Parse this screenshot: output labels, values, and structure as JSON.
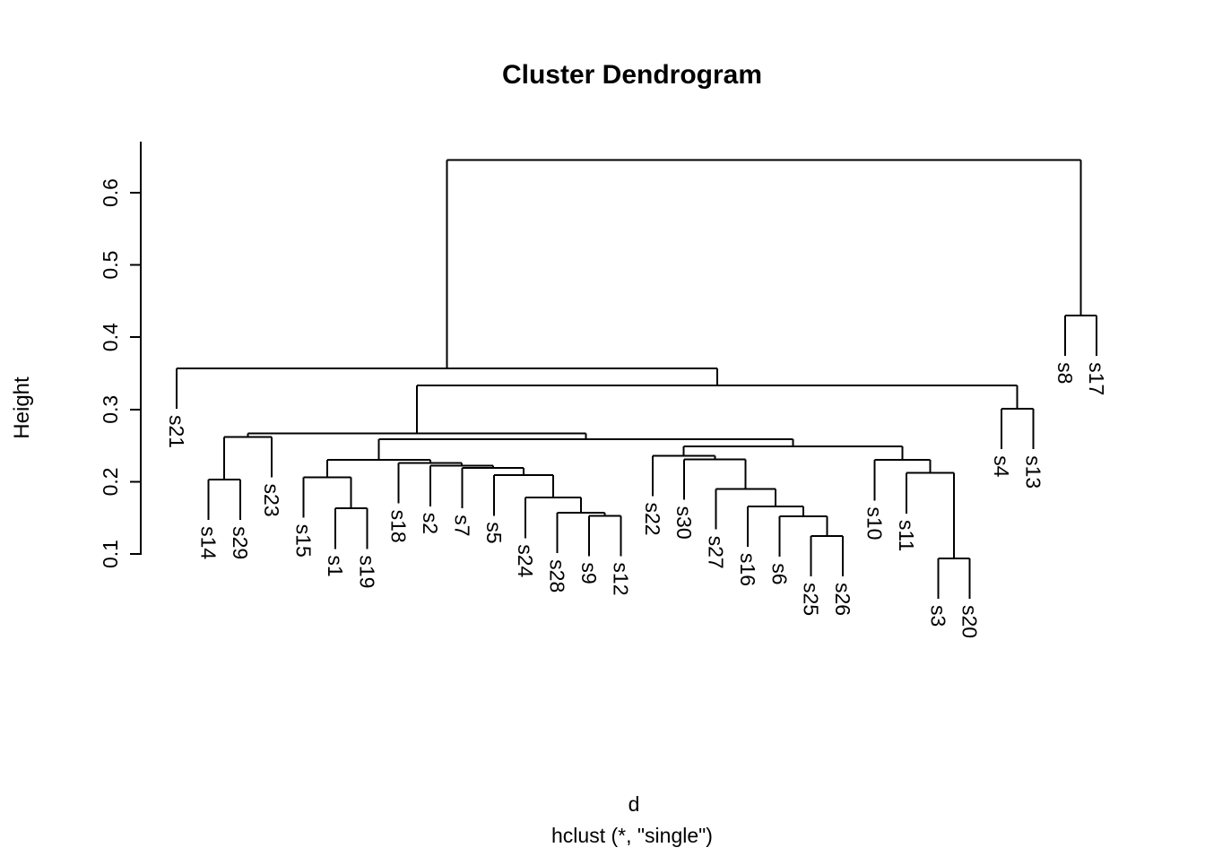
{
  "title": "Cluster Dendrogram",
  "y_axis": {
    "label": "Height",
    "ticks": [
      "0.1",
      "0.2",
      "0.3",
      "0.4",
      "0.5",
      "0.6"
    ]
  },
  "x_axis": {
    "label_line1": "d",
    "label_line2": "hclust (*, \"single\")"
  },
  "colors": {
    "line": "#000000",
    "text": "#000000",
    "background": "#ffffff"
  },
  "chart_data": {
    "type": "dendrogram",
    "linkage": "single",
    "distance_object": "d",
    "title": "Cluster Dendrogram",
    "ylabel": "Height",
    "ylim": [
      0.094,
      0.65
    ],
    "axis_ticks": [
      0.1,
      0.2,
      0.3,
      0.4,
      0.5,
      0.6
    ],
    "hang": 0.056,
    "root_height": 0.645,
    "leaf_order": [
      "s21",
      "s14",
      "s29",
      "s23",
      "s15",
      "s1",
      "s19",
      "s18",
      "s2",
      "s7",
      "s5",
      "s24",
      "s28",
      "s9",
      "s12",
      "s22",
      "s30",
      "s27",
      "s16",
      "s6",
      "s25",
      "s26",
      "s10",
      "s11",
      "s3",
      "s20",
      "s4",
      "s13",
      "s8",
      "s17"
    ],
    "merges": {
      "h": 0.645,
      "c": [
        {
          "h": 0.357,
          "c": [
            "s21",
            {
              "h": 0.333,
              "c": [
                {
                  "h": 0.267,
                  "c": [
                    {
                      "h": 0.262,
                      "c": [
                        {
                          "h": 0.203,
                          "c": [
                            "s14",
                            "s29"
                          ]
                        },
                        "s23"
                      ]
                    },
                    {
                      "h": 0.259,
                      "c": [
                        {
                          "h": 0.23,
                          "c": [
                            {
                              "h": 0.206,
                              "c": [
                                "s15",
                                {
                                  "h": 0.163,
                                  "c": [
                                    "s1",
                                    "s19"
                                  ]
                                }
                              ]
                            },
                            {
                              "h": 0.226,
                              "c": [
                                "s18",
                                {
                                  "h": 0.222,
                                  "c": [
                                    "s2",
                                    {
                                      "h": 0.219,
                                      "c": [
                                        "s7",
                                        {
                                          "h": 0.209,
                                          "c": [
                                            "s5",
                                            {
                                              "h": 0.178,
                                              "c": [
                                                "s24",
                                                {
                                                  "h": 0.157,
                                                  "c": [
                                                    "s28",
                                                    {
                                                      "h": 0.153,
                                                      "c": [
                                                        "s9",
                                                        "s12"
                                                      ]
                                                    }
                                                  ]
                                                }
                                              ]
                                            }
                                          ]
                                        }
                                      ]
                                    }
                                  ]
                                }
                              ]
                            }
                          ]
                        },
                        {
                          "h": 0.249,
                          "c": [
                            {
                              "h": 0.236,
                              "c": [
                                "s22",
                                {
                                  "h": 0.231,
                                  "c": [
                                    "s30",
                                    {
                                      "h": 0.19,
                                      "c": [
                                        "s27",
                                        {
                                          "h": 0.166,
                                          "c": [
                                            "s16",
                                            {
                                              "h": 0.152,
                                              "c": [
                                                "s6",
                                                {
                                                  "h": 0.125,
                                                  "c": [
                                                    "s25",
                                                    "s26"
                                                  ]
                                                }
                                              ]
                                            }
                                          ]
                                        }
                                      ]
                                    }
                                  ]
                                }
                              ]
                            },
                            {
                              "h": 0.23,
                              "c": [
                                "s10",
                                {
                                  "h": 0.212,
                                  "c": [
                                    "s11",
                                    {
                                      "h": 0.094,
                                      "c": [
                                        "s3",
                                        "s20"
                                      ]
                                    }
                                  ]
                                }
                              ]
                            }
                          ]
                        }
                      ]
                    }
                  ]
                },
                {
                  "h": 0.301,
                  "c": [
                    "s4",
                    "s13"
                  ]
                }
              ]
            }
          ]
        },
        {
          "h": 0.43,
          "c": [
            "s8",
            "s17"
          ]
        }
      ]
    }
  }
}
